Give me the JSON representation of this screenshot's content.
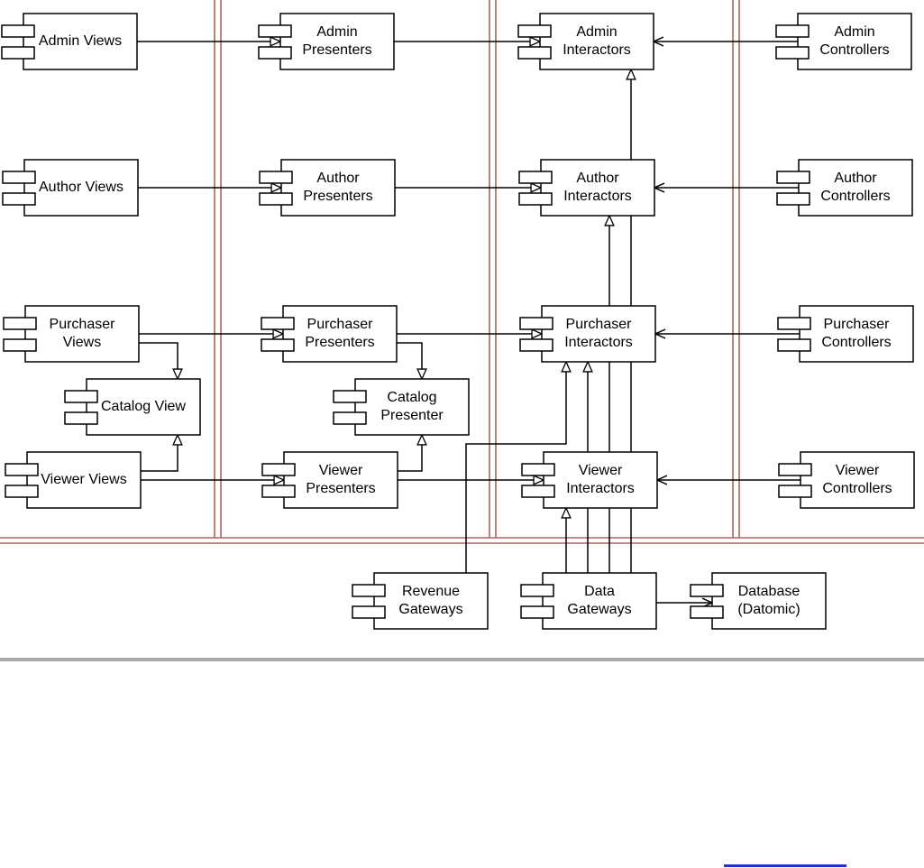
{
  "components": [
    {
      "id": "admin-views",
      "lines": [
        "Admin Views"
      ]
    },
    {
      "id": "admin-presenters",
      "lines": [
        "Admin",
        "Presenters"
      ]
    },
    {
      "id": "admin-interactors",
      "lines": [
        "Admin",
        "Interactors"
      ]
    },
    {
      "id": "admin-controllers",
      "lines": [
        "Admin",
        "Controllers"
      ]
    },
    {
      "id": "author-views",
      "lines": [
        "Author Views"
      ]
    },
    {
      "id": "author-presenters",
      "lines": [
        "Author",
        "Presenters"
      ]
    },
    {
      "id": "author-interactors",
      "lines": [
        "Author",
        "Interactors"
      ]
    },
    {
      "id": "author-controllers",
      "lines": [
        "Author",
        "Controllers"
      ]
    },
    {
      "id": "purchaser-views",
      "lines": [
        "Purchaser",
        "Views"
      ]
    },
    {
      "id": "purchaser-presenters",
      "lines": [
        "Purchaser",
        "Presenters"
      ]
    },
    {
      "id": "purchaser-interactors",
      "lines": [
        "Purchaser",
        "Interactors"
      ]
    },
    {
      "id": "purchaser-controllers",
      "lines": [
        "Purchaser",
        "Controllers"
      ]
    },
    {
      "id": "catalog-view",
      "lines": [
        "Catalog View"
      ]
    },
    {
      "id": "catalog-presenter",
      "lines": [
        "Catalog",
        "Presenter"
      ]
    },
    {
      "id": "viewer-views",
      "lines": [
        "Viewer Views"
      ]
    },
    {
      "id": "viewer-presenters",
      "lines": [
        "Viewer",
        "Presenters"
      ]
    },
    {
      "id": "viewer-interactors",
      "lines": [
        "Viewer",
        "Interactors"
      ]
    },
    {
      "id": "viewer-controllers",
      "lines": [
        "Viewer",
        "Controllers"
      ]
    },
    {
      "id": "revenue-gateways",
      "lines": [
        "Revenue",
        "Gateways"
      ]
    },
    {
      "id": "data-gateways",
      "lines": [
        "Data",
        "Gateways"
      ]
    },
    {
      "id": "database",
      "lines": [
        "Database",
        "(Datomic)"
      ]
    }
  ],
  "connections": [
    {
      "from": "admin-views",
      "to": "admin-presenters",
      "head": "hollow"
    },
    {
      "from": "admin-presenters",
      "to": "admin-interactors",
      "head": "hollow"
    },
    {
      "from": "admin-controllers",
      "to": "admin-interactors",
      "head": "open"
    },
    {
      "from": "author-views",
      "to": "author-presenters",
      "head": "hollow"
    },
    {
      "from": "author-presenters",
      "to": "author-interactors",
      "head": "hollow"
    },
    {
      "from": "author-controllers",
      "to": "author-interactors",
      "head": "open"
    },
    {
      "from": "purchaser-views",
      "to": "purchaser-presenters",
      "head": "hollow"
    },
    {
      "from": "purchaser-presenters",
      "to": "purchaser-interactors",
      "head": "hollow"
    },
    {
      "from": "purchaser-controllers",
      "to": "purchaser-interactors",
      "head": "open"
    },
    {
      "from": "viewer-views",
      "to": "viewer-presenters",
      "head": "hollow"
    },
    {
      "from": "viewer-presenters",
      "to": "viewer-interactors",
      "head": "hollow"
    },
    {
      "from": "viewer-controllers",
      "to": "viewer-interactors",
      "head": "open"
    },
    {
      "from": "purchaser-views",
      "to": "catalog-view",
      "head": "hollow"
    },
    {
      "from": "viewer-views",
      "to": "catalog-view",
      "head": "hollow"
    },
    {
      "from": "purchaser-presenters",
      "to": "catalog-presenter",
      "head": "hollow"
    },
    {
      "from": "viewer-presenters",
      "to": "catalog-presenter",
      "head": "hollow"
    },
    {
      "from": "data-gateways",
      "to": "admin-interactors",
      "head": "hollow"
    },
    {
      "from": "data-gateways",
      "to": "author-interactors",
      "head": "hollow"
    },
    {
      "from": "data-gateways",
      "to": "purchaser-interactors",
      "head": "hollow"
    },
    {
      "from": "data-gateways",
      "to": "viewer-interactors",
      "head": "hollow"
    },
    {
      "from": "revenue-gateways",
      "to": "purchaser-interactors",
      "head": "hollow"
    },
    {
      "from": "data-gateways",
      "to": "database",
      "head": "open"
    }
  ],
  "colors": {
    "boundary": "#a9675c",
    "bottom_rule": "#a8a8a8",
    "footer_link": "#1a2fd6"
  }
}
